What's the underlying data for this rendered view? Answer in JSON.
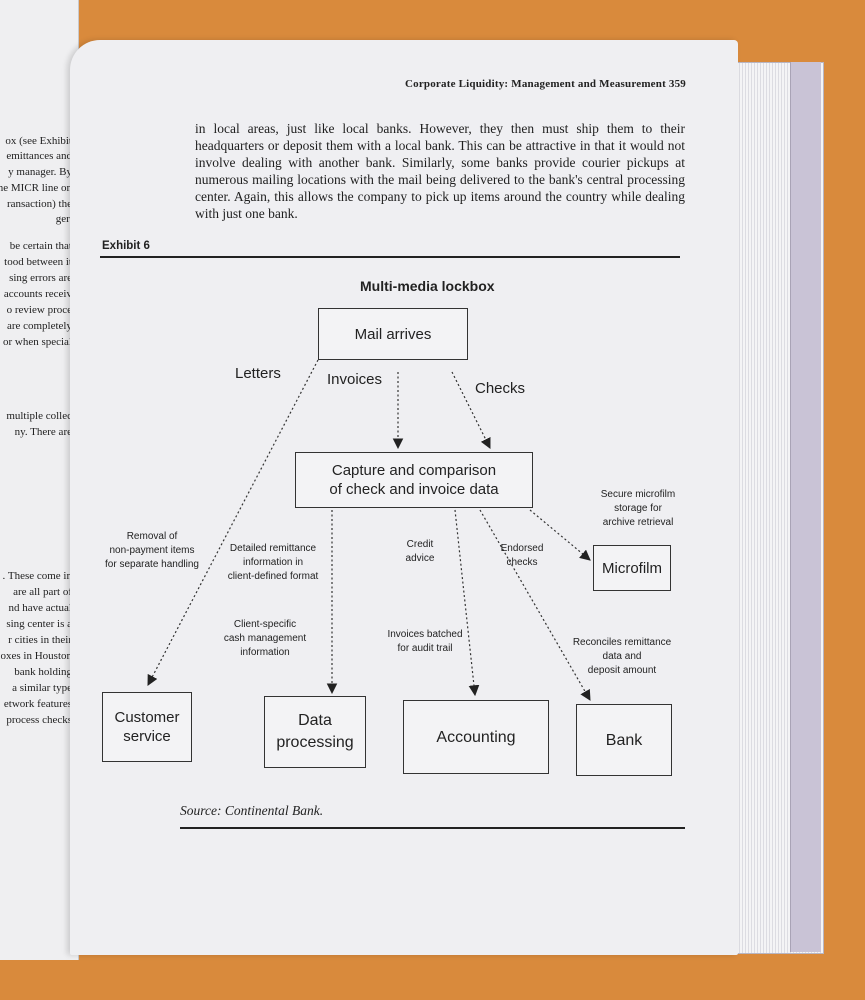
{
  "left_page": {
    "fragments": [
      "ox (see Exhibit",
      "emittances and",
      "y manager. By",
      "ne MICR line on",
      "ransaction) the",
      "ger.",
      "be certain that",
      "tood between it",
      "sing errors are",
      "accounts receiv",
      "o review proce",
      "are completely",
      "or when special",
      "multiple collec",
      "ny. There are",
      ". These come in",
      "are all part of",
      "nd have actual",
      "sing center is a",
      "r cities in their",
      "oxes in Houston",
      "bank holding",
      "a similar type",
      "etwork features",
      "process checks"
    ]
  },
  "running_head": "Corporate Liquidity: Management and Measurement  359",
  "intro_text": "in local areas, just like local banks. However, they then must ship them to their headquarters or deposit them with a local bank. This can be attractive in that it would not involve dealing with another bank. Similarly, some banks provide courier pickups at numerous mailing locations with the mail being delivered to the bank's central processing center. Again, this allows the company to pick up items around the country while dealing with just one bank.",
  "exhibit_label": "Exhibit 6",
  "diagram": {
    "title": "Multi-media lockbox",
    "nodes": {
      "mail": "Mail arrives",
      "capture": "Capture and comparison\nof check and invoice data",
      "microfilm": "Microfilm",
      "customer": "Customer\nservice",
      "data": "Data\nprocessing",
      "accounting": "Accounting",
      "bank": "Bank"
    },
    "edge_labels": {
      "letters": "Letters",
      "invoices": "Invoices",
      "checks": "Checks",
      "removal": "Removal of\nnon-payment items\nfor separate handling",
      "detailed": "Detailed remittance\ninformation in\nclient-defined format",
      "client_specific": "Client-specific\ncash management\ninformation",
      "credit": "Credit\nadvice",
      "batched": "Invoices batched\nfor audit trail",
      "endorsed": "Endorsed\nchecks",
      "secure": "Secure microfilm\nstorage for\narchive retrieval",
      "reconciles": "Reconciles remittance\ndata and\ndeposit amount"
    },
    "source": "Source: Continental Bank."
  }
}
